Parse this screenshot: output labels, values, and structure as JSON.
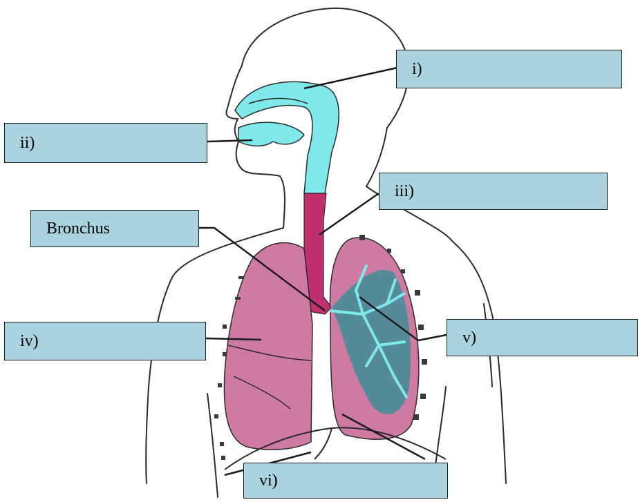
{
  "labels": {
    "i": "i)",
    "ii": "ii)",
    "iii": "iii)",
    "bronchus": "Bronchus",
    "iv": "iv)",
    "v": "v)",
    "vi": "vi)"
  },
  "colors": {
    "label_fill": "#a8d3df",
    "airway_cyan": "#7fe8ea",
    "trachea_magenta": "#c0306e",
    "lung_pink": "#cf7aa3",
    "bronchiole_teal": "#3f8e96",
    "outline": "#2a2a2a"
  }
}
